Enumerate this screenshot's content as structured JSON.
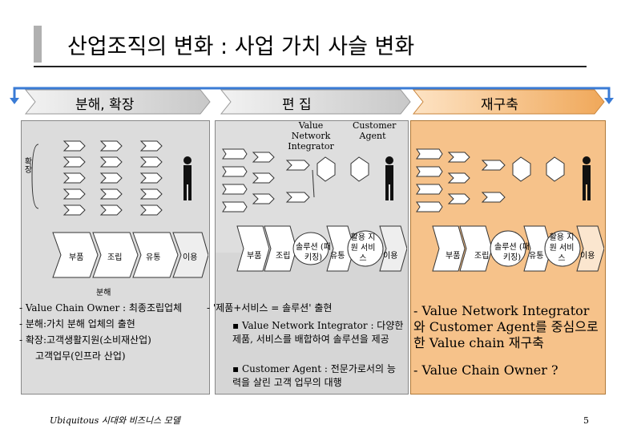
{
  "title": "산업조직의 변화 : 사업 가치 사슬 변화",
  "bands": {
    "decompose_label": "분해, 확장",
    "edit_label": "편   집",
    "rebuild_label": "재구축"
  },
  "panel1": {
    "side_label": "확장",
    "stages": [
      "부품",
      "조립",
      "유통",
      "이용"
    ],
    "decompose_note": "분해",
    "bullets": [
      "- Value Chain Owner : 최종조립업체",
      "- 분해:가치 분해 업체의 출현",
      "- 확장:고객생활지원(소비재산업)",
      "고객업무(인프라 산업)"
    ]
  },
  "panel2": {
    "header_vni": "Value Network Integrator",
    "header_ca": "Customer Agent",
    "stages": [
      "부품",
      "조립",
      "솔루션 (패키징)",
      "유통",
      "활용 지원 서비스",
      "이용"
    ],
    "bullets": [
      "- '제품+서비스 = 솔루션' 출현",
      "▪ Value Network Integrator : 다양한 제품, 서비스를 배합하여 솔루션을 제공",
      "▪ Customer Agent : 전문가로서의 능력을 살린 고객 업무의 대행"
    ]
  },
  "panel3": {
    "stages": [
      "부품",
      "조립",
      "솔루션 (패키징)",
      "유통",
      "활용 지원 서비스",
      "이용"
    ],
    "bullets": [
      "- Value Network Integrator와 Customer Agent를 중심으로 한 Value chain 재구축",
      "- Value Chain Owner ?"
    ]
  },
  "footer": "Ubiquitous 시대와 비즈니스 모델",
  "page_number": "5",
  "colors": {
    "orange": "#f6c28a",
    "gray": "#dcdcdc",
    "band_gray": "#cfcfcf",
    "band_orange": "#f0a85a"
  }
}
